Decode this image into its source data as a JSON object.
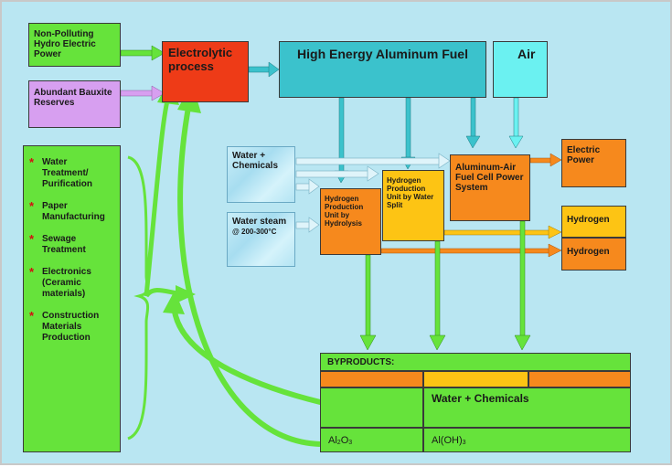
{
  "source_hydro": "Non-Polluting Hydro Electric Power",
  "source_bauxite": "Abundant Bauxite Reserves",
  "electrolytic": "Electrolytic process",
  "fuel": "High Energy Aluminum Fuel",
  "air": "Air",
  "water_chemicals_input": "Water + Chemicals",
  "water_steam_label": "Water steam",
  "water_steam_temp": "@ 200-300°C",
  "hydrolysis": "Hydrogen Production Unit by Hydrolysis",
  "water_split": "Hydrogen Production Unit by Water Split",
  "fuel_cell": "Aluminum-Air Fuel Cell Power System",
  "electric_power": "Electric Power",
  "hydrogen_1": "Hydrogen",
  "hydrogen_2": "Hydrogen",
  "byproducts": "BYPRODUCTS:",
  "water_chemicals_output": "Water + Chemicals",
  "al2o3": {
    "base1": "Al",
    "sub1": "2",
    "base2": "O",
    "sub2": "3"
  },
  "aloh3": {
    "base": "Al(OH)",
    "sub": "3"
  },
  "applications": [
    "Water Treatment/ Purification",
    "Paper Manufacturing",
    "Sewage Treatment",
    "Electronics (Ceramic materials)",
    "Construction Materials Production"
  ],
  "bullet": "*",
  "colors": {
    "background": "#b9e6f2",
    "green": "#66e33b",
    "purple": "#d79ff0",
    "red": "#ee3b17",
    "teal": "#3bc2cc",
    "cyan": "#6bf1f1",
    "orange": "#f6891d",
    "yellow": "#fdc414"
  }
}
